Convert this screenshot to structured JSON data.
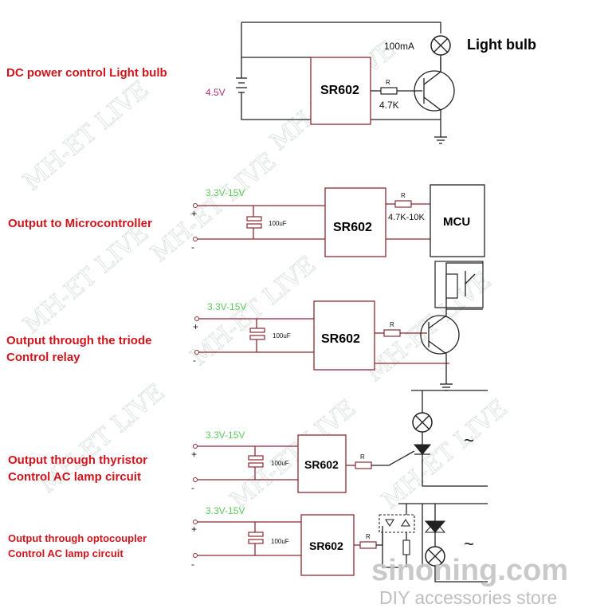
{
  "sections": [
    {
      "title": "DC power control Light bulb",
      "chip": "SR602",
      "voltage": "4.5V",
      "resistor": "R",
      "resistor_value": "4.7K",
      "lamp_current": "100mA",
      "lamp_label": "Light bulb"
    },
    {
      "title": "Output to Microcontroller",
      "chip": "SR602",
      "voltage": "3.3V-15V",
      "capacitor": "100uF",
      "resistor": "R",
      "resistor_value": "4.7K-10K",
      "mcu": "MCU",
      "plus": "+",
      "minus": "-"
    },
    {
      "title_line1": "Output through the triode",
      "title_line2": "Control relay",
      "chip": "SR602",
      "voltage": "3.3V-15V",
      "capacitor": "100uF",
      "resistor": "R",
      "plus": "+",
      "minus": "-"
    },
    {
      "title_line1": "Output through thyristor",
      "title_line2": "Control AC lamp circuit",
      "chip": "SR602",
      "voltage": "3.3V-15V",
      "capacitor": "100uF",
      "resistor": "R",
      "ac": "~",
      "plus": "+",
      "minus": "-"
    },
    {
      "title_line1": "Output through optocoupler",
      "title_line2": "Control AC lamp circuit",
      "chip": "SR602",
      "voltage": "3.3V-15V",
      "capacitor": "100uF",
      "resistor": "R",
      "ac": "~",
      "plus": "+",
      "minus": "-"
    }
  ],
  "watermark": "MH-ET LIVE",
  "store": {
    "name": "sinoning.com",
    "tagline": "DIY accessories store"
  },
  "colors": {
    "title": "#d0141c",
    "voltage_1": "#b0307a",
    "voltage": "#5ecb5e",
    "box_border": "#8a2a32"
  }
}
